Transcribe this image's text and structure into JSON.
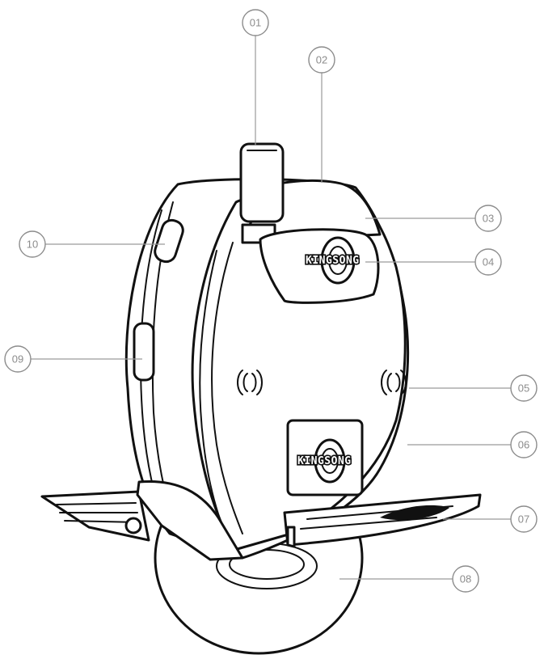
{
  "diagram": {
    "brand_logo_text": "KINGSONG",
    "callouts": [
      {
        "id": "01",
        "label": "01"
      },
      {
        "id": "02",
        "label": "02"
      },
      {
        "id": "03",
        "label": "03"
      },
      {
        "id": "04",
        "label": "04"
      },
      {
        "id": "05",
        "label": "05"
      },
      {
        "id": "06",
        "label": "06"
      },
      {
        "id": "07",
        "label": "07"
      },
      {
        "id": "08",
        "label": "08"
      },
      {
        "id": "09",
        "label": "09"
      },
      {
        "id": "10",
        "label": "10"
      }
    ],
    "colors": {
      "outline": "#111111",
      "callout": "#8c8c8c",
      "background": "#ffffff"
    }
  }
}
